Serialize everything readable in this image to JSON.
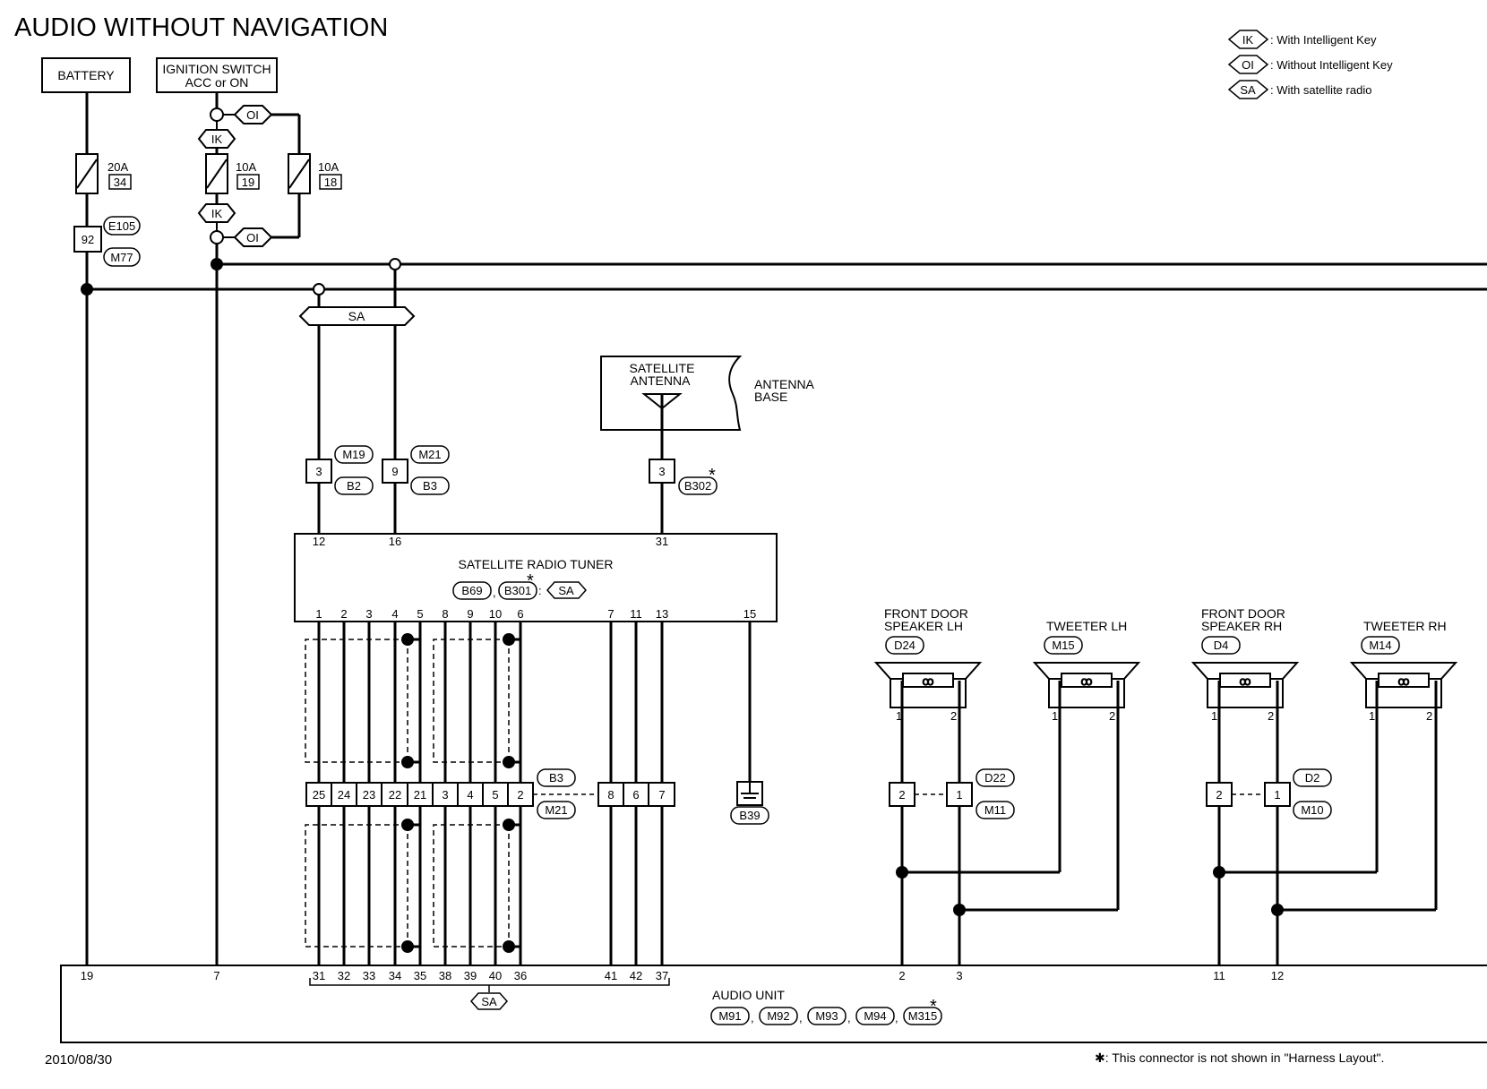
{
  "title": "AUDIO WITHOUT NAVIGATION",
  "date": "2010/08/30",
  "footnote": "✱: This connector is not shown in \"Harness Layout\".",
  "legend": [
    {
      "code": "IK",
      "text": ": With Intelligent Key"
    },
    {
      "code": "OI",
      "text": ": Without Intelligent Key"
    },
    {
      "code": "SA",
      "text": ": With satellite radio"
    }
  ],
  "power": {
    "battery": "BATTERY",
    "ign_line1": "IGNITION SWITCH",
    "ign_line2": "ACC or ON",
    "fuse1_amp": "20A",
    "fuse1_no": "34",
    "fuse2_amp": "10A",
    "fuse2_no": "19",
    "fuse3_amp": "10A",
    "fuse3_no": "18",
    "fuse_block_pin": "92",
    "conn_e105": "E105",
    "conn_m77": "M77",
    "tag_ik": "IK",
    "tag_oi": "OI"
  },
  "sa_bar": "SA",
  "antenna": {
    "line1": "SATELLITE",
    "line2": "ANTENNA",
    "base1": "ANTENNA",
    "base2": "BASE",
    "pin": "3",
    "conn": "B302"
  },
  "jc_top": {
    "pin_a": "3",
    "pin_b": "9",
    "conn_m19": "M19",
    "conn_b2": "B2",
    "conn_m21": "M21",
    "conn_b3": "B3"
  },
  "tuner": {
    "label": "SATELLITE RADIO TUNER",
    "conn_b69": "B69",
    "conn_b301": "B301",
    "conn_sa": "SA",
    "top_pins": [
      "12",
      "16",
      "31"
    ],
    "bottom_pins": [
      "1",
      "2",
      "3",
      "4",
      "5",
      "8",
      "9",
      "10",
      "6",
      "7",
      "11",
      "13",
      "15"
    ]
  },
  "joint": {
    "pins": [
      "25",
      "24",
      "23",
      "22",
      "21",
      "3",
      "4",
      "5",
      "2"
    ],
    "pins2": [
      "8",
      "6",
      "7"
    ],
    "conn_b3": "B3",
    "conn_m21": "M21",
    "ground": "B39"
  },
  "audio_unit": {
    "label": "AUDIO UNIT",
    "connectors": [
      "M91",
      "M92",
      "M93",
      "M94",
      "M315"
    ],
    "pins": [
      "19",
      "7",
      "31",
      "32",
      "33",
      "34",
      "35",
      "38",
      "39",
      "40",
      "36",
      "41",
      "42",
      "37",
      "2",
      "3",
      "11",
      "12"
    ],
    "sa": "SA"
  },
  "speakers": {
    "fl_line1": "FRONT DOOR",
    "fl_line2": "SPEAKER LH",
    "fl_conn": "D24",
    "tl_label": "TWEETER LH",
    "tl_conn": "M15",
    "fr_line1": "FRONT DOOR",
    "fr_line2": "SPEAKER RH",
    "fr_conn": "D4",
    "tr_label": "TWEETER RH",
    "tr_conn": "M14",
    "pin1": "1",
    "pin2": "2",
    "lh_pin_a": "2",
    "lh_pin_b": "1",
    "lh_conn_d22": "D22",
    "lh_conn_m11": "M11",
    "rh_pin_a": "2",
    "rh_pin_b": "1",
    "rh_conn_d2": "D2",
    "rh_conn_m10": "M10"
  }
}
